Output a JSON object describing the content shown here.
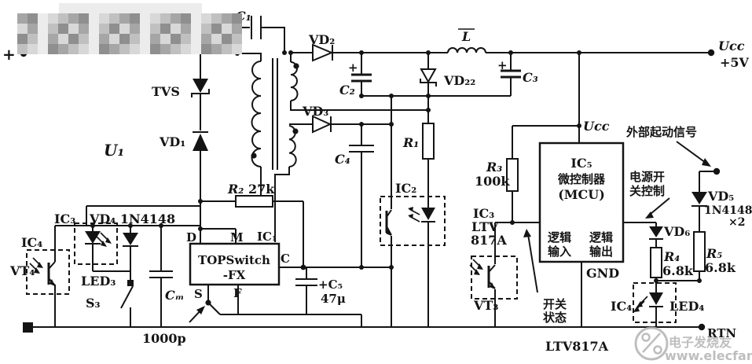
{
  "colors": {
    "background": "#ffffff",
    "line": "#141414",
    "watermark": "#b3b3b3"
  },
  "terminals": {
    "input_plus": "+",
    "output_ucc": "Ucc",
    "output_5v": "+5V",
    "rtn": "RTN"
  },
  "components": {
    "c1": "C₁",
    "vd2": "VD₂",
    "inductor": "L",
    "c2_plus": "+",
    "c2": "C₂",
    "vd22": "VD₂₂",
    "c3_plus": "+",
    "c3": "C₃",
    "tvs": "TVS",
    "vd1": "VD₁",
    "u1": "U₁",
    "vd3": "VD₃",
    "c4": "C₄",
    "r1": "R₁",
    "r2": "R₂",
    "r2_value": "27k",
    "ic2": "IC₂",
    "ic3_left": "IC₃",
    "vd4": "VD₄ 1N4148",
    "ic4_left": "IC₄",
    "vt4": "VT₄",
    "led3": "LED₃",
    "s3": "S₃",
    "cm": "Cₘ",
    "cm_value": "1000p",
    "c5": "+C₅",
    "c5_value": "47μ",
    "r3": "R₃",
    "r3_value": "100k",
    "ic3_right_1": "IC₃",
    "ic3_right_2": "LTV",
    "ic3_right_3": "817A",
    "vt3": "VT₃",
    "ltv817a": "LTV817A",
    "vd5": "VD₅",
    "vd5_part": "1N4148",
    "vd5_qty": "×2",
    "vd6": "VD₆",
    "r4": "R₄",
    "r4_value": "6.8k",
    "r5": "R₅",
    "r5_value": "6.8k",
    "ic4_right": "IC₄",
    "led4": "LED₄"
  },
  "topswitch": {
    "name_line1": "TOPSwitch",
    "name_line2": "-FX",
    "ic1": "IC₁",
    "pin_d": "D",
    "pin_m": "M",
    "pin_c": "C",
    "pin_s": "S",
    "pin_f": "F"
  },
  "mcu": {
    "ref": "IC₅",
    "name": "微控制器",
    "subtitle": "(MCU)",
    "ucc": "Ucc",
    "logic_in_1": "逻辑",
    "logic_in_2": "输入",
    "logic_out_1": "逻辑",
    "logic_out_2": "输出",
    "gnd": "GND"
  },
  "annotations": {
    "external_start": "外部起动信号",
    "power_switch_1": "电源开",
    "power_switch_2": "关控制",
    "switch_state_1": "开关",
    "switch_state_2": "状态"
  },
  "watermark": {
    "brand": "电子发烧友",
    "url": "www.elecfans.com"
  }
}
